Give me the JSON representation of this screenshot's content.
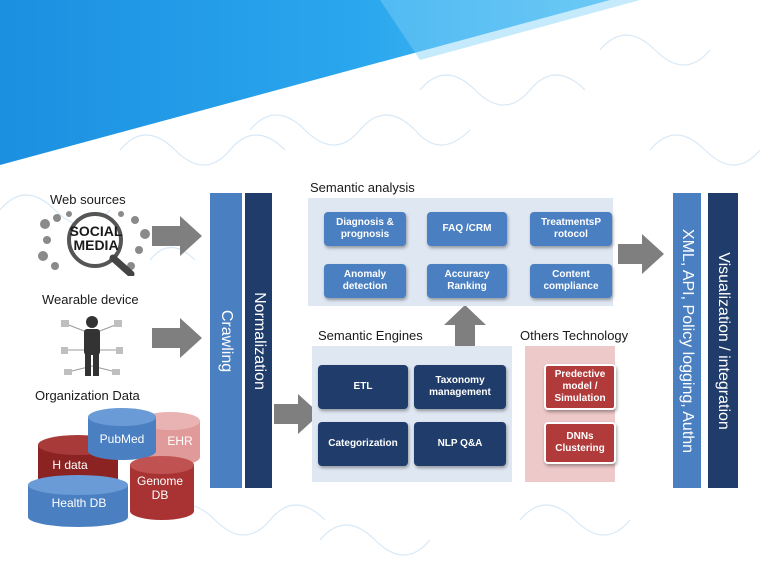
{
  "sources": {
    "web_label": "Web sources",
    "social_media_text": "SOCIAL MEDIA",
    "wearable_label": "Wearable device",
    "org_label": "Organization Data",
    "databases": {
      "pubmed": "PubMed",
      "ehr": "EHR",
      "h_data": "H data",
      "genome_db": "Genome DB",
      "health_db": "Health DB"
    }
  },
  "bars": {
    "crawling": "Crawling",
    "normalization": "Normalization",
    "xml_api": "XML, API, Policy logging, Authn",
    "visualization": "Visualization / integration"
  },
  "semantic_analysis": {
    "title": "Semantic analysis",
    "items": [
      "Diagnosis & prognosis",
      "FAQ /CRM",
      "TreatmentsP rotocol",
      "Anomaly detection",
      "Accuracy Ranking",
      "Content compliance"
    ]
  },
  "semantic_engines": {
    "title": "Semantic Engines",
    "items": [
      "ETL",
      "Taxonomy management",
      "Categorization",
      "NLP Q&A"
    ]
  },
  "others_technology": {
    "title": "Others Technology",
    "items": [
      "Predective model / Simulation",
      "DNNs Clustering"
    ]
  },
  "colors": {
    "banner_blue": "#1ea0e8",
    "crawling_blue": "#4a7fc1",
    "normalization_navy": "#1f3c6b",
    "panel_light_blue": "#dfe7f3",
    "panel_pink": "#eec9c9",
    "arrow_gray": "#7f7f7f",
    "db_red": "#8b2323",
    "db_pink": "#e19a9a"
  }
}
